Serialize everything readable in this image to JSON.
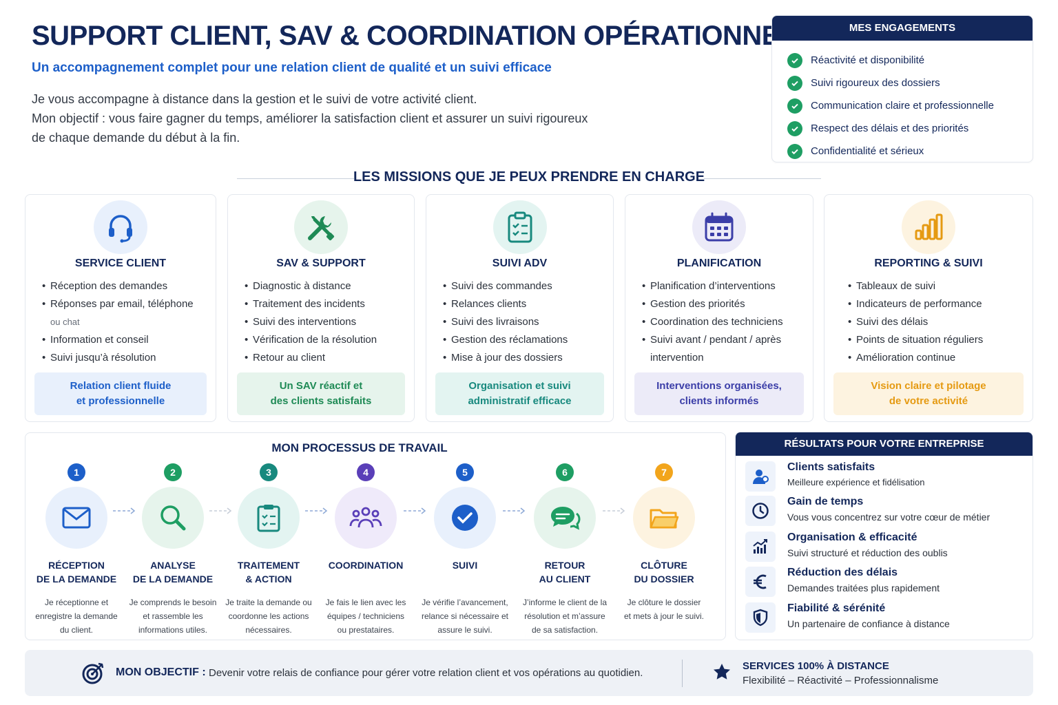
{
  "header": {
    "title": "SUPPORT CLIENT, SAV & COORDINATION OPÉRATIONNELLE",
    "subtitle": "Un accompagnement complet pour une relation client de qualité et un suivi efficace",
    "intro": [
      "Je vous accompagne à distance dans la gestion et le suivi de votre activité client.",
      "Mon objectif : vous faire gagner du temps, améliorer la satisfaction client et assurer un suivi rigoureux",
      "de chaque demande du début à la fin."
    ]
  },
  "engagements": {
    "title": "MES ENGAGEMENTS",
    "items": [
      "Réactivité et disponibilité",
      "Suivi rigoureux des dossiers",
      "Communication claire et professionnelle",
      "Respect des délais et des priorités",
      "Confidentialité et sérieux"
    ],
    "check_color": "#1e9e63"
  },
  "missions": {
    "title": "LES MISSIONS QUE JE PEUX PRENDRE EN CHARGE",
    "cards": [
      {
        "icon": "headset-icon",
        "title": "SERVICE CLIENT",
        "items": [
          "Réception des demandes",
          "Réponses par email, téléphone",
          "ou chat",
          "Information et conseil",
          "Suivi jusqu’à résolution"
        ],
        "footer": [
          "Relation client fluide",
          "et professionnelle"
        ],
        "accent": "#1d5fc9",
        "tint": "#e8f0fc"
      },
      {
        "icon": "tools-icon",
        "title": "SAV & SUPPORT",
        "items": [
          "Diagnostic à distance",
          "Traitement des incidents",
          "Suivi des interventions",
          "Vérification de la résolution",
          "Retour au client"
        ],
        "footer": [
          "Un SAV réactif et",
          "des clients satisfaits"
        ],
        "accent": "#1e8a55",
        "tint": "#e6f4ec"
      },
      {
        "icon": "clipboard-icon",
        "title": "SUIVI ADV",
        "items": [
          "Suivi des commandes",
          "Relances clients",
          "Suivi des livraisons",
          "Gestion des réclamations",
          "Mise à jour des dossiers"
        ],
        "footer": [
          "Organisation et suivi",
          "administratif efficace"
        ],
        "accent": "#18897e",
        "tint": "#e3f4f1"
      },
      {
        "icon": "calendar-icon",
        "title": "PLANIFICATION",
        "items": [
          "Planification d’interventions",
          "Gestion des priorités",
          "Coordination des techniciens",
          "Suivi avant / pendant / après",
          "intervention"
        ],
        "footer": [
          "Interventions organisées,",
          "clients informés"
        ],
        "accent": "#3b3ea8",
        "tint": "#ecebf8"
      },
      {
        "icon": "bar-chart-icon",
        "title": "REPORTING & SUIVI",
        "items": [
          "Tableaux de suivi",
          "Indicateurs de performance",
          "Suivi des délais",
          "Points de situation réguliers",
          "Amélioration continue"
        ],
        "footer": [
          "Vision claire et pilotage",
          "de votre activité"
        ],
        "accent": "#e59a12",
        "tint": "#fdf3e0"
      }
    ]
  },
  "process": {
    "title": "MON PROCESSUS DE TRAVAIL",
    "steps": [
      {
        "num": "1",
        "icon": "envelope-icon",
        "title": [
          "RÉCEPTION",
          "DE LA DEMANDE"
        ],
        "desc": [
          "Je réceptionne et",
          "enregistre la demande",
          "du client."
        ],
        "color": "#1d5fc9",
        "tint": "#e8f0fc"
      },
      {
        "num": "2",
        "icon": "magnifier-icon",
        "title": [
          "ANALYSE",
          "DE LA DEMANDE"
        ],
        "desc": [
          "Je comprends le besoin",
          "et rassemble les",
          "informations utiles."
        ],
        "color": "#1e9e63",
        "tint": "#e6f4ec"
      },
      {
        "num": "3",
        "icon": "checklist-icon",
        "title": [
          "TRAITEMENT",
          "& ACTION"
        ],
        "desc": [
          "Je traite la demande ou",
          "coordonne les actions",
          "nécessaires."
        ],
        "color": "#18897e",
        "tint": "#e3f4f1"
      },
      {
        "num": "4",
        "icon": "team-icon",
        "title": [
          "COORDINATION"
        ],
        "desc": [
          "Je fais le lien avec les",
          "équipes / techniciens",
          "ou prestataires."
        ],
        "color": "#5a3fb8",
        "tint": "#efeafa"
      },
      {
        "num": "5",
        "icon": "check-circle-icon",
        "title": [
          "SUIVI"
        ],
        "desc": [
          "Je vérifie l’avancement,",
          "relance si nécessaire et",
          "assure le suivi."
        ],
        "color": "#1d5fc9",
        "tint": "#e8f0fc"
      },
      {
        "num": "6",
        "icon": "chat-icon",
        "title": [
          "RETOUR",
          "AU CLIENT"
        ],
        "desc": [
          "J’informe le client de la",
          "résolution et m’assure",
          "de sa satisfaction."
        ],
        "color": "#1e9e63",
        "tint": "#e6f4ec"
      },
      {
        "num": "7",
        "icon": "folder-icon",
        "title": [
          "CLÔTURE",
          "DU DOSSIER"
        ],
        "desc": [
          "Je clôture le dossier",
          "et mets à jour le suivi."
        ],
        "color": "#f2a51c",
        "tint": "#fdf3e0"
      }
    ]
  },
  "results": {
    "title": "RÉSULTATS POUR VOTRE ENTREPRISE",
    "items": [
      {
        "icon": "user-icon",
        "title": "Clients satisfaits",
        "desc": "Meilleure expérience et fidélisation"
      },
      {
        "icon": "clock-icon",
        "title": "Gain de temps",
        "desc": "Vous vous concentrez sur votre cœur de métier"
      },
      {
        "icon": "growth-chart-icon",
        "title": "Organisation & efficacité",
        "desc": "Suivi structuré et réduction des oublis"
      },
      {
        "icon": "euro-icon",
        "title": "Réduction des délais",
        "desc": "Demandes traitées plus rapidement"
      },
      {
        "icon": "shield-icon",
        "title": "Fiabilité & sérénité",
        "desc": "Un partenaire de confiance à distance"
      }
    ]
  },
  "banner": {
    "objective_label": "MON OBJECTIF :",
    "objective_text": "Devenir votre relais de confiance pour gérer votre relation client et vos opérations au quotidien.",
    "services_title": "SERVICES 100% À DISTANCE",
    "services_sub": "Flexibilité – Réactivité – Professionnalisme"
  }
}
